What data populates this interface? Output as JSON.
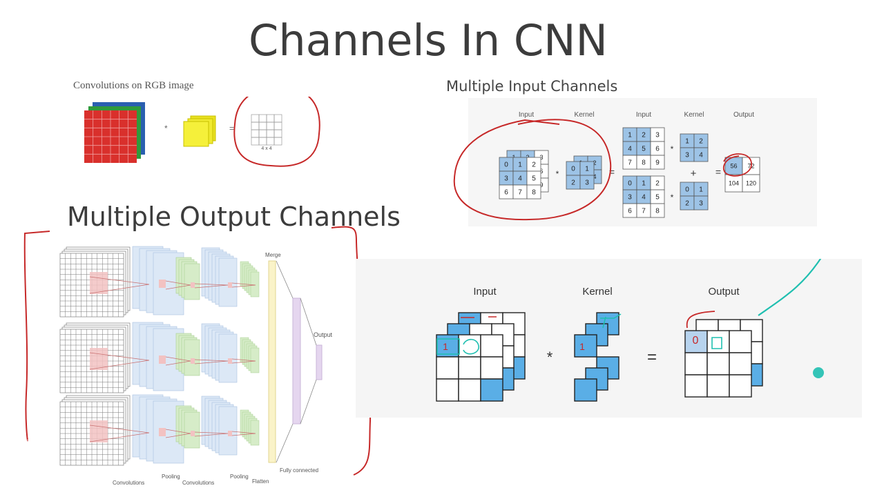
{
  "title": "Channels In CNN",
  "rgb_section": {
    "caption": "Convolutions on RGB image",
    "output_label": "4 x 4",
    "operator_mul": "*",
    "operator_eq": "="
  },
  "multi_input": {
    "heading": "Multiple Input Channels",
    "col_labels": [
      "Input",
      "Kernel",
      "Input",
      "Kernel",
      "Output"
    ],
    "input_front": [
      [
        0,
        1,
        2
      ],
      [
        3,
        4,
        5
      ],
      [
        6,
        7,
        8
      ]
    ],
    "kernel_front": [
      [
        0,
        1
      ],
      [
        2,
        3
      ]
    ],
    "input_ch1": [
      [
        1,
        2,
        3
      ],
      [
        4,
        5,
        6
      ],
      [
        7,
        8,
        9
      ]
    ],
    "kernel_ch1": [
      [
        1,
        2
      ],
      [
        3,
        4
      ]
    ],
    "input_ch0": [
      [
        0,
        1,
        2
      ],
      [
        3,
        4,
        5
      ],
      [
        6,
        7,
        8
      ]
    ],
    "kernel_ch0": [
      [
        0,
        1
      ],
      [
        2,
        3
      ]
    ],
    "output": [
      [
        56,
        72
      ],
      [
        104,
        120
      ]
    ],
    "plus": "+",
    "mul": "*",
    "eq": "="
  },
  "multi_output": {
    "heading": "Multiple Output Channels",
    "labels": {
      "merge": "Merge",
      "output": "Output",
      "convolutions_1": "Convolutions",
      "pooling_1": "Pooling",
      "convolutions_2": "Convolutions",
      "pooling_2": "Pooling",
      "flatten": "Flatten",
      "fully_connected": "Fully connected"
    }
  },
  "io_diagram": {
    "input_label": "Input",
    "kernel_label": "Kernel",
    "output_label": "Output",
    "mul": "*",
    "eq": "=",
    "annotations": {
      "input_mark": "1",
      "kernel_mark": "1",
      "output_mark": "0"
    }
  },
  "colors": {
    "title": "#3c3c3c",
    "cell_blue": "#9dc3e6",
    "bright_blue": "#5aaee6",
    "red": "#d9302c",
    "yellow": "#f5f03a",
    "green_layer": "#2f9a3c",
    "blue_layer": "#2a5fb0",
    "annotation_red": "#c62828",
    "annotation_teal": "#1fbfb0"
  }
}
